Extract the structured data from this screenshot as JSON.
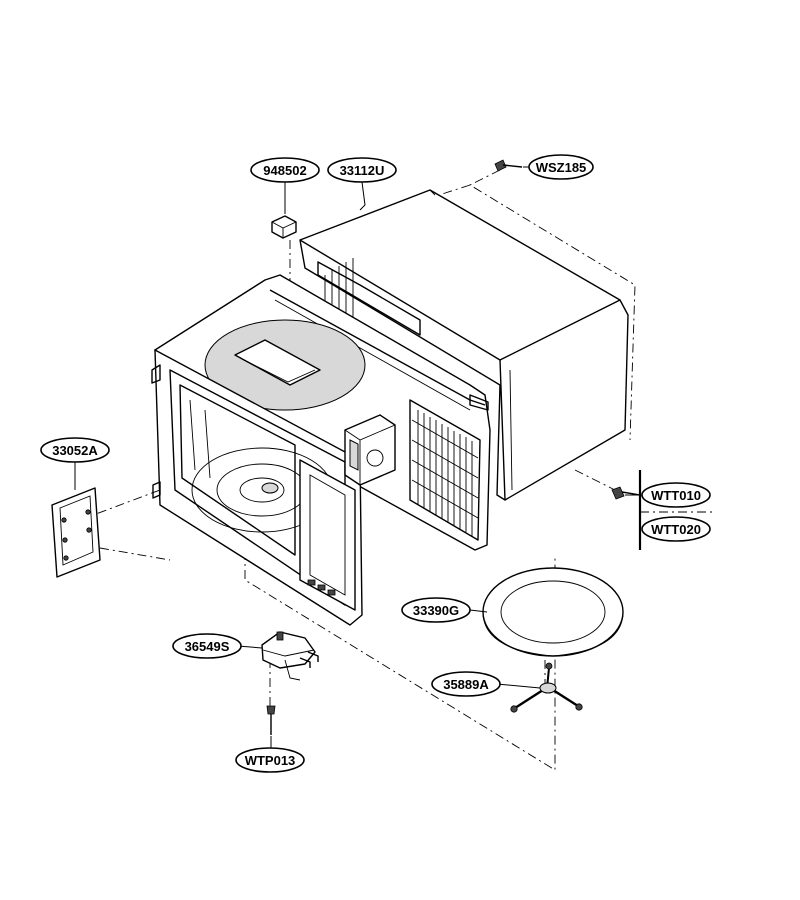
{
  "labels": {
    "p948502": "948502",
    "p33112U": "33112U",
    "pWSZ185": "WSZ185",
    "p33052A": "33052A",
    "pWTT010": "WTT010",
    "pWTT020": "WTT020",
    "p33390G": "33390G",
    "p36549S": "36549S",
    "p35889A": "35889A",
    "pWTP013": "WTP013"
  }
}
